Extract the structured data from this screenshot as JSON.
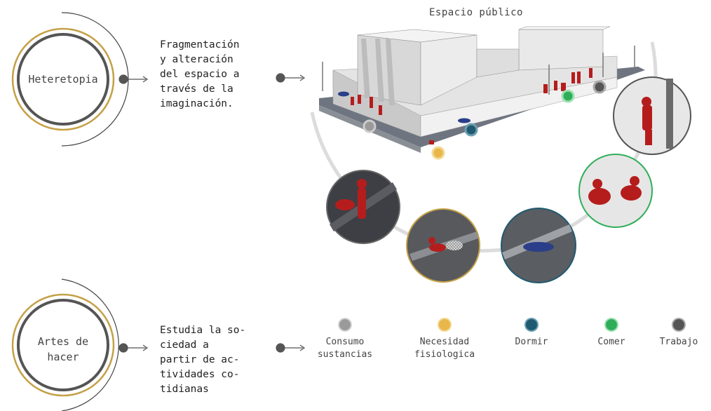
{
  "concepts": [
    {
      "label": "Heteretopia",
      "description": "Fragmentación\ny alteración\ndel espacio a\ntravés de la\nimaginación."
    },
    {
      "label": "Artes de\nhacer",
      "description": "Estudia la so-\nciedad a\npartir de ac-\ntividades co-\ntidianas"
    }
  ],
  "illustration": {
    "title": "Espacio público"
  },
  "legend": [
    {
      "label": "Consumo\nsustancias",
      "color": "#9a9a9a"
    },
    {
      "label": "Necesidad\nfisiologica",
      "color": "#e8b64a"
    },
    {
      "label": "Dormir",
      "color": "#1f5a70"
    },
    {
      "label": "Comer",
      "color": "#2fae5a"
    },
    {
      "label": "Trabajo",
      "color": "#555555"
    }
  ]
}
